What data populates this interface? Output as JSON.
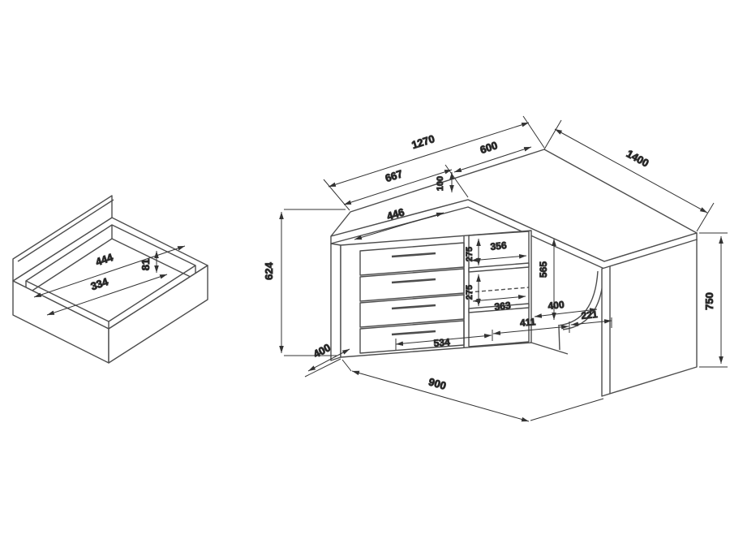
{
  "page": {
    "background": "#ffffff",
    "line_color": "#4d4d4d",
    "dim_color": "#333333"
  },
  "drawer_box": {
    "length": "444",
    "width": "334",
    "depth": "81"
  },
  "desk": {
    "top_width_total": "1270",
    "top_width_left": "667",
    "top_width_right": "600",
    "right_side_length": "1400",
    "back_overhang": "100",
    "cabinet_top_width": "446",
    "cabinet_height": "624",
    "niche_width": "356",
    "niche_row_upper": "275",
    "niche_row_lower": "275",
    "knee_opening_height": "565",
    "lower_shelf_width": "363",
    "knee_opening_width": "400",
    "cabinet_depth": "400",
    "bottom_cabinet_width": "534",
    "bottom_knee_width": "411",
    "bottom_panel_width": "221",
    "total_depth": "900",
    "total_height": "750"
  }
}
